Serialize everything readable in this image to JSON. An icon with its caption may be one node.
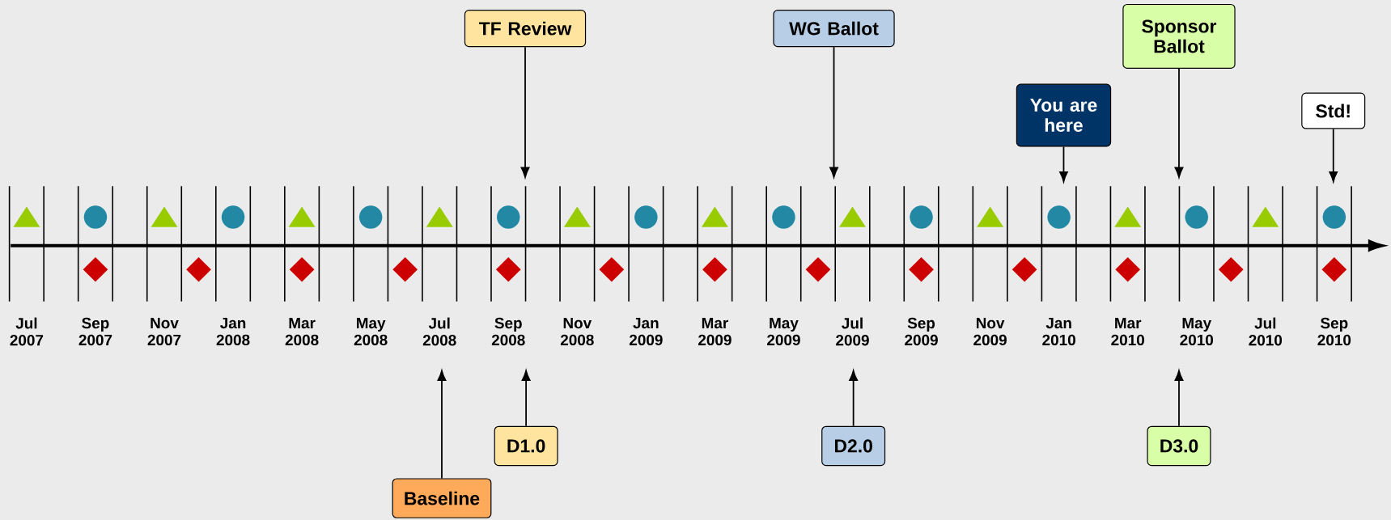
{
  "diagram": {
    "nodes": [
      {
        "text": [
          "TF Review"
        ]
      },
      {
        "text": [
          "WG Ballot"
        ]
      },
      {
        "text": [
          "You are here"
        ]
      },
      {
        "text": [
          "Sponsor Ballot"
        ]
      },
      {
        "text": [
          "Std!"
        ]
      },
      {
        "text": [
          "Baseline"
        ]
      },
      {
        "text": [
          "D1.0"
        ]
      },
      {
        "text": [
          "D2.0"
        ]
      },
      {
        "text": [
          "D3.0"
        ]
      }
    ],
    "edges": [
      {
        "from": 0,
        "to": null,
        "arrow": "to"
      },
      {
        "from": 1,
        "to": null,
        "arrow": "to"
      },
      {
        "from": 2,
        "to": null,
        "arrow": "to"
      },
      {
        "from": 3,
        "to": null,
        "arrow": "to"
      },
      {
        "from": 4,
        "to": null,
        "arrow": "to"
      },
      {
        "from": 5,
        "to": null,
        "arrow": "to"
      },
      {
        "from": 6,
        "to": null,
        "arrow": "to"
      },
      {
        "from": 7,
        "to": null,
        "arrow": "to"
      },
      {
        "from": 8,
        "to": null,
        "arrow": "to"
      }
    ],
    "labels": [
      "Jul 2007",
      "Sep 2007",
      "Nov 2007",
      "Jan 2008",
      "Mar 2008",
      "May 2008",
      "Jul 2008",
      "Sep 2008",
      "Nov 2008",
      "Jan 2009",
      "Mar 2009",
      "May 2009",
      "Jul 2009",
      "Sep 2009",
      "Nov 2009",
      "Jan 2010",
      "Mar 2010",
      "May 2010",
      "Jul 2010",
      "Sep 2010"
    ]
  }
}
